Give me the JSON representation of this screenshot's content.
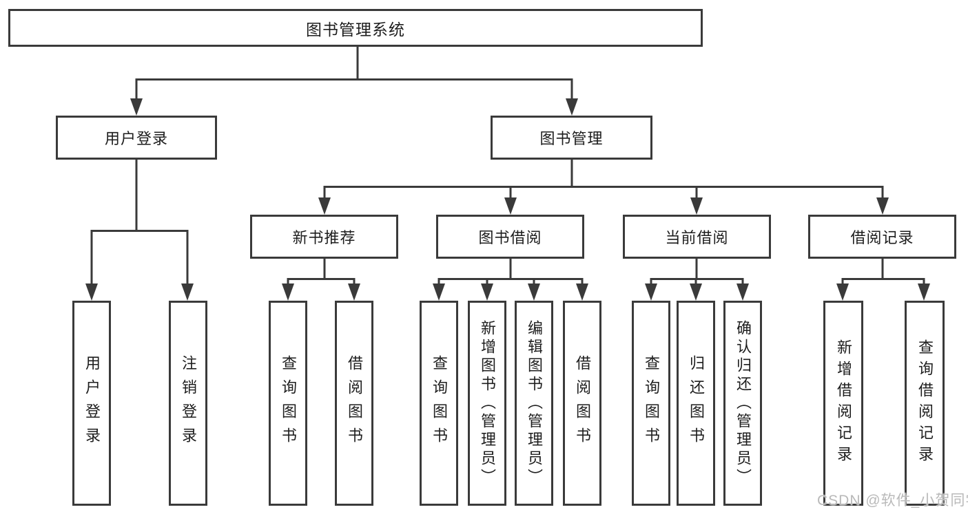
{
  "diagram": {
    "root": {
      "label": "图书管理系统"
    },
    "level2": [
      {
        "label": "用户登录"
      },
      {
        "label": "图书管理"
      }
    ],
    "level3": [
      {
        "label": "新书推荐"
      },
      {
        "label": "图书借阅"
      },
      {
        "label": "当前借阅"
      },
      {
        "label": "借阅记录"
      }
    ],
    "leaves": [
      {
        "label": "用户登录"
      },
      {
        "label": "注销登录"
      },
      {
        "label": "查询图书"
      },
      {
        "label": "借阅图书"
      },
      {
        "label": "查询图书"
      },
      {
        "label": "新增图书（管理员）"
      },
      {
        "label": "编辑图书（管理员）"
      },
      {
        "label": "借阅图书"
      },
      {
        "label": "查询图书"
      },
      {
        "label": "归还图书"
      },
      {
        "label": "确认归还（管理员）"
      },
      {
        "label": "新增借阅记录"
      },
      {
        "label": "查询借阅记录"
      }
    ],
    "watermark": "CSDN @软件_小贺同学",
    "colors": {
      "line": "#3a3a3a",
      "text": "#1d1d1d",
      "watermark": "#b9b9b9",
      "background": "#ffffff"
    }
  }
}
